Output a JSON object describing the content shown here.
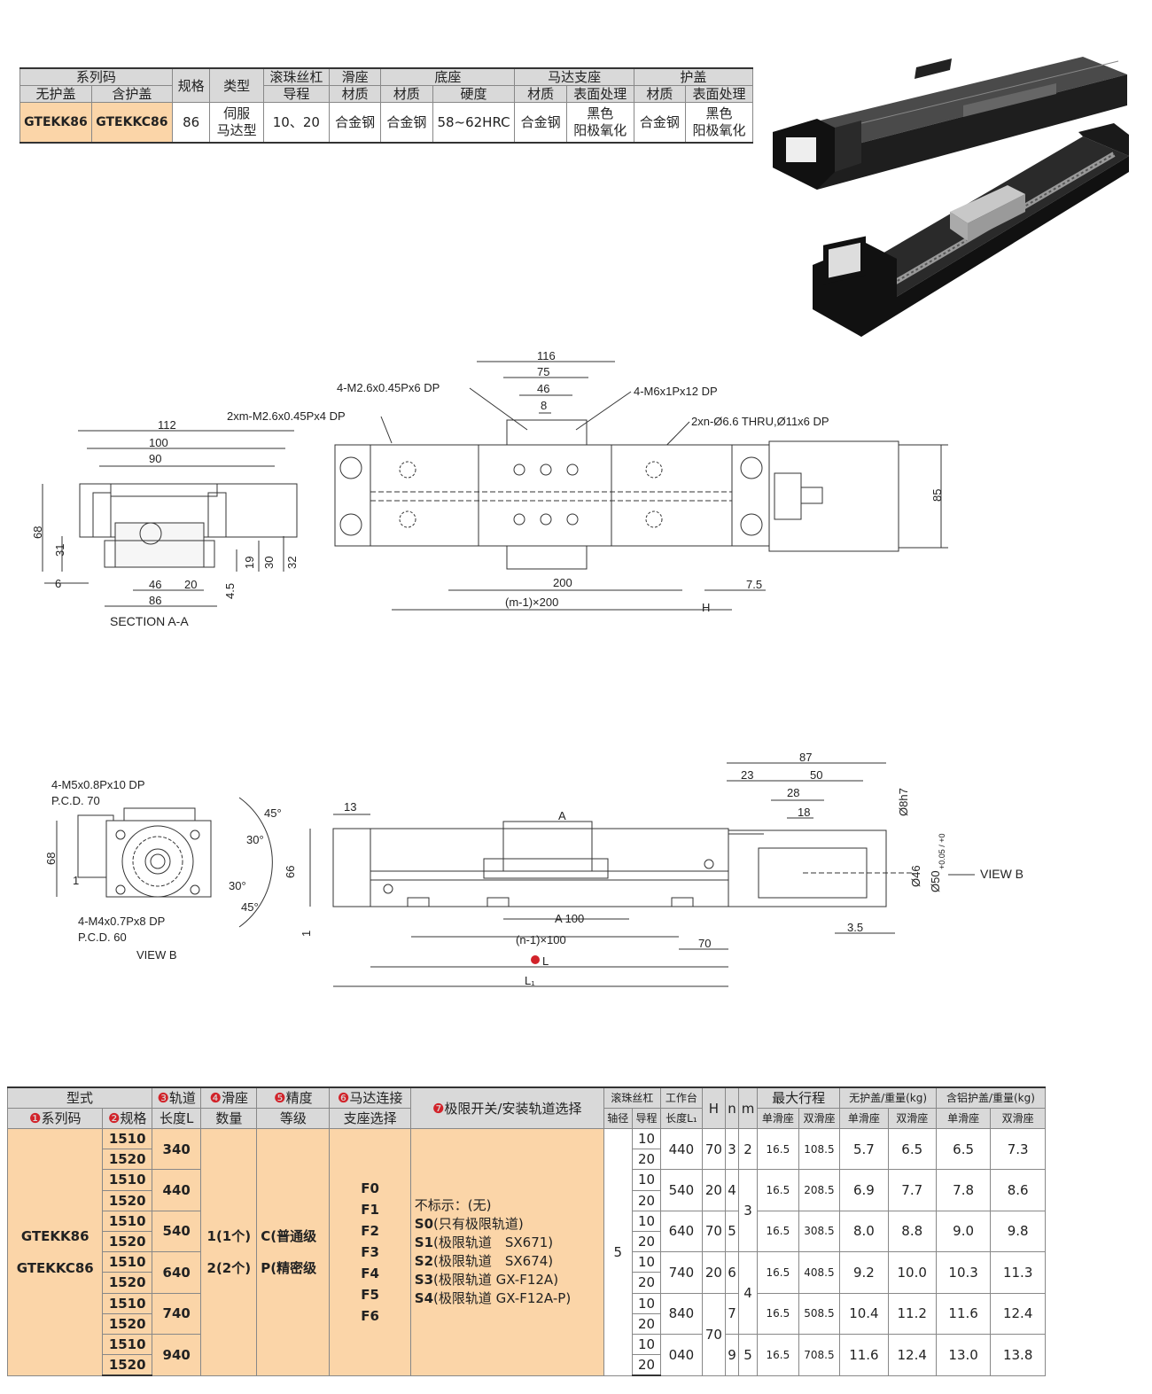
{
  "spec": {
    "h_series": "系列码",
    "h_spec": "规格",
    "h_type": "类型",
    "h_screw": "滚珠丝杠",
    "h_screw_sub": "导程",
    "h_slider": "滑座",
    "h_base": "底座",
    "h_motor": "马达支座",
    "h_cover": "护盖",
    "h_nocover": "无护盖",
    "h_withcover": "含护盖",
    "h_mat": "材质",
    "h_hard": "硬度",
    "h_surface": "表面处理",
    "code_nocover": "GTEKK86",
    "code_withcover": "GTEKKC86",
    "size": "86",
    "type1": "伺服",
    "type2": "马达型",
    "lead": "10、20",
    "slider_mat": "合金钢",
    "base_mat": "合金钢",
    "base_hard": "58~62HRC",
    "motor_mat": "合金钢",
    "motor_surf1": "黑色",
    "motor_surf2": "阳极氧化",
    "cover_mat": "合金钢",
    "cover_surf1": "黑色",
    "cover_surf2": "阳极氧化"
  },
  "drawing1": {
    "d112": "112",
    "d100": "100",
    "d90": "90",
    "d68": "68",
    "d31": "31",
    "d19": "19",
    "d30": "30",
    "d32": "32",
    "d6": "6",
    "d46": "46",
    "d20": "20",
    "d4_5": "4.5",
    "d86": "86",
    "section": "SECTION A-A",
    "d116": "116",
    "d75": "75",
    "d46b": "46",
    "d8": "8",
    "m26_6": "4-M2.6x0.45Px6 DP",
    "m6": "4-M6x1Px12 DP",
    "m26_4": "2xm-M2.6x0.45Px4 DP",
    "thru": "2xn-Ø6.6 THRU,Ø11x6 DP",
    "d85": "85",
    "d200": "200",
    "d7_5": "7.5",
    "m1x200": "(m-1)×200",
    "H": "H"
  },
  "drawing2": {
    "m5": "4-M5x0.8Px10 DP",
    "pcd70": "P.C.D. 70",
    "d68": "68",
    "d1": "1",
    "m4": "4-M4x0.7Px8 DP",
    "pcd60": "P.C.D. 60",
    "viewb": "VIEW B",
    "a45": "45°",
    "a30": "30°",
    "d13": "13",
    "d66": "66",
    "dA": "A",
    "d100": "A  100",
    "n1x100": "(n-1)×100",
    "d70": "70",
    "L": "L",
    "L1": "L₁",
    "d1b": "1",
    "d87": "87",
    "d23": "23",
    "d50": "50",
    "d28": "28",
    "d18": "18",
    "d8h7": "Ø8h7",
    "d46": "Ø46",
    "d50b": "Ø50",
    "tol": "+0.05 / +0",
    "d3_5": "3.5",
    "viewb_arrow": "VIEW B"
  },
  "order": {
    "h_model": "型式",
    "h_series": "系列码",
    "h_spec": "规格",
    "h_rail": "轨道",
    "h_rail2": "长度L",
    "h_slider": "滑座",
    "h_slider2": "数量",
    "h_acc": "精度",
    "h_acc2": "等级",
    "h_motor": "马达连接",
    "h_motor2": "支座选择",
    "h_limit": "极限开关/安装轨道选择",
    "h_screw": "滚珠丝杠",
    "h_dia": "轴径",
    "h_lead": "导程",
    "h_table": "工作台",
    "h_table2": "长度L₁",
    "h_H": "H",
    "h_n": "n",
    "h_m": "m",
    "h_stroke": "最大行程",
    "h_single": "单滑座",
    "h_double": "双滑座",
    "h_nocover": "无护盖/重量(kg)",
    "h_withcover": "含铝护盖/重量(kg)",
    "n1": "1",
    "n2": "2",
    "n3": "3",
    "n4": "4",
    "n5": "5",
    "n6": "6",
    "n7": "7",
    "series1": "GTEKK86",
    "series2": "GTEKKC86",
    "slider1": "1(1个)",
    "slider2": "2(2个)",
    "acc1": "C(普通级",
    "acc2": "P(精密级",
    "motor_opts": [
      "F0",
      "F1",
      "F2",
      "F3",
      "F4",
      "F5",
      "F6"
    ],
    "limit_opts": [
      {
        "code": "",
        "text": "不标示：(无)"
      },
      {
        "code": "S0",
        "text": "(只有极限轨道)"
      },
      {
        "code": "S1",
        "text": "(极限轨道　SX671)"
      },
      {
        "code": "S2",
        "text": "(极限轨道　SX674)"
      },
      {
        "code": "S3",
        "text": "(极限轨道 GX-F12A)"
      },
      {
        "code": "S4",
        "text": "(极限轨道 GX-F12A-P)"
      }
    ],
    "dia": "5",
    "rows": [
      {
        "rail": "340",
        "L1": "440",
        "H": "70",
        "n": "3",
        "st1": "16.5",
        "st2": "108.5",
        "w1": "5.7",
        "w2": "6.5",
        "w3": "6.5",
        "w4": "7.3"
      },
      {
        "rail": "440",
        "L1": "540",
        "H": "20",
        "n": "4",
        "st1": "16.5",
        "st2": "208.5",
        "w1": "6.9",
        "w2": "7.7",
        "w3": "7.8",
        "w4": "8.6"
      },
      {
        "rail": "540",
        "L1": "640",
        "H": "70",
        "n": "5",
        "st1": "16.5",
        "st2": "308.5",
        "w1": "8.0",
        "w2": "8.8",
        "w3": "9.0",
        "w4": "9.8"
      },
      {
        "rail": "640",
        "L1": "740",
        "H": "20",
        "n": "6",
        "st1": "16.5",
        "st2": "408.5",
        "w1": "9.2",
        "w2": "10.0",
        "w3": "10.3",
        "w4": "11.3"
      },
      {
        "rail": "740",
        "L1": "840",
        "H": "",
        "n": "7",
        "st1": "16.5",
        "st2": "508.5",
        "w1": "10.4",
        "w2": "11.2",
        "w3": "11.6",
        "w4": "12.4"
      },
      {
        "rail": "940",
        "L1": "040",
        "H": "70",
        "n": "9",
        "st1": "16.5",
        "st2": "708.5",
        "w1": "11.6",
        "w2": "12.4",
        "w3": "13.0",
        "w4": "13.8"
      }
    ],
    "m_vals": [
      "2",
      "3",
      "4",
      "5"
    ],
    "codes": [
      "1510",
      "1520"
    ],
    "leads": [
      "10",
      "20"
    ]
  }
}
